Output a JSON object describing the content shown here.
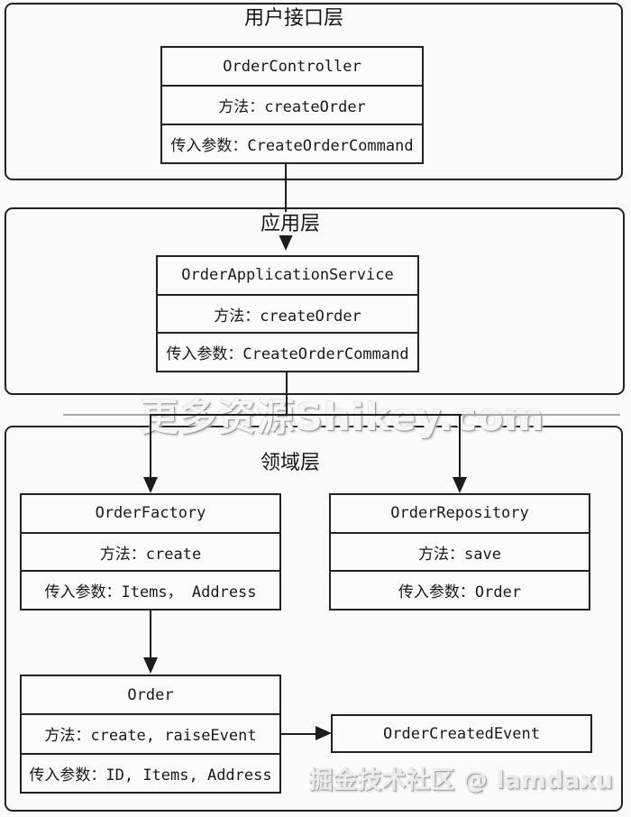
{
  "layers": {
    "ui": {
      "label": "用户接口层",
      "box": {
        "title": "OrderController",
        "method_row": "方法：createOrder",
        "param_row": "传入参数：CreateOrderCommand"
      }
    },
    "app": {
      "label": "应用层",
      "box": {
        "title": "OrderApplicationService",
        "method_row": "方法：createOrder",
        "param_row": "传入参数：CreateOrderCommand"
      }
    },
    "domain": {
      "label": "领域层",
      "factory": {
        "title": "OrderFactory",
        "method_row": "方法：create",
        "param_row": "传入参数：Items， Address"
      },
      "repository": {
        "title": "OrderRepository",
        "method_row": "方法：save",
        "param_row": "传入参数：Order"
      },
      "order": {
        "title": "Order",
        "method_row": "方法：create, raiseEvent",
        "param_row": "传入参数：ID, Items, Address"
      },
      "created_event": {
        "title": "OrderCreatedEvent"
      }
    }
  },
  "watermarks": {
    "center": "更多资源Shikey.com",
    "bottom_right": "掘金技术社区 @ lamdaxu"
  },
  "colors": {
    "line": "#1c1c1c",
    "background": "#fbfbfb",
    "watermark_fill": "#f6f6f6",
    "watermark_shadow": "#9c9c9c"
  }
}
